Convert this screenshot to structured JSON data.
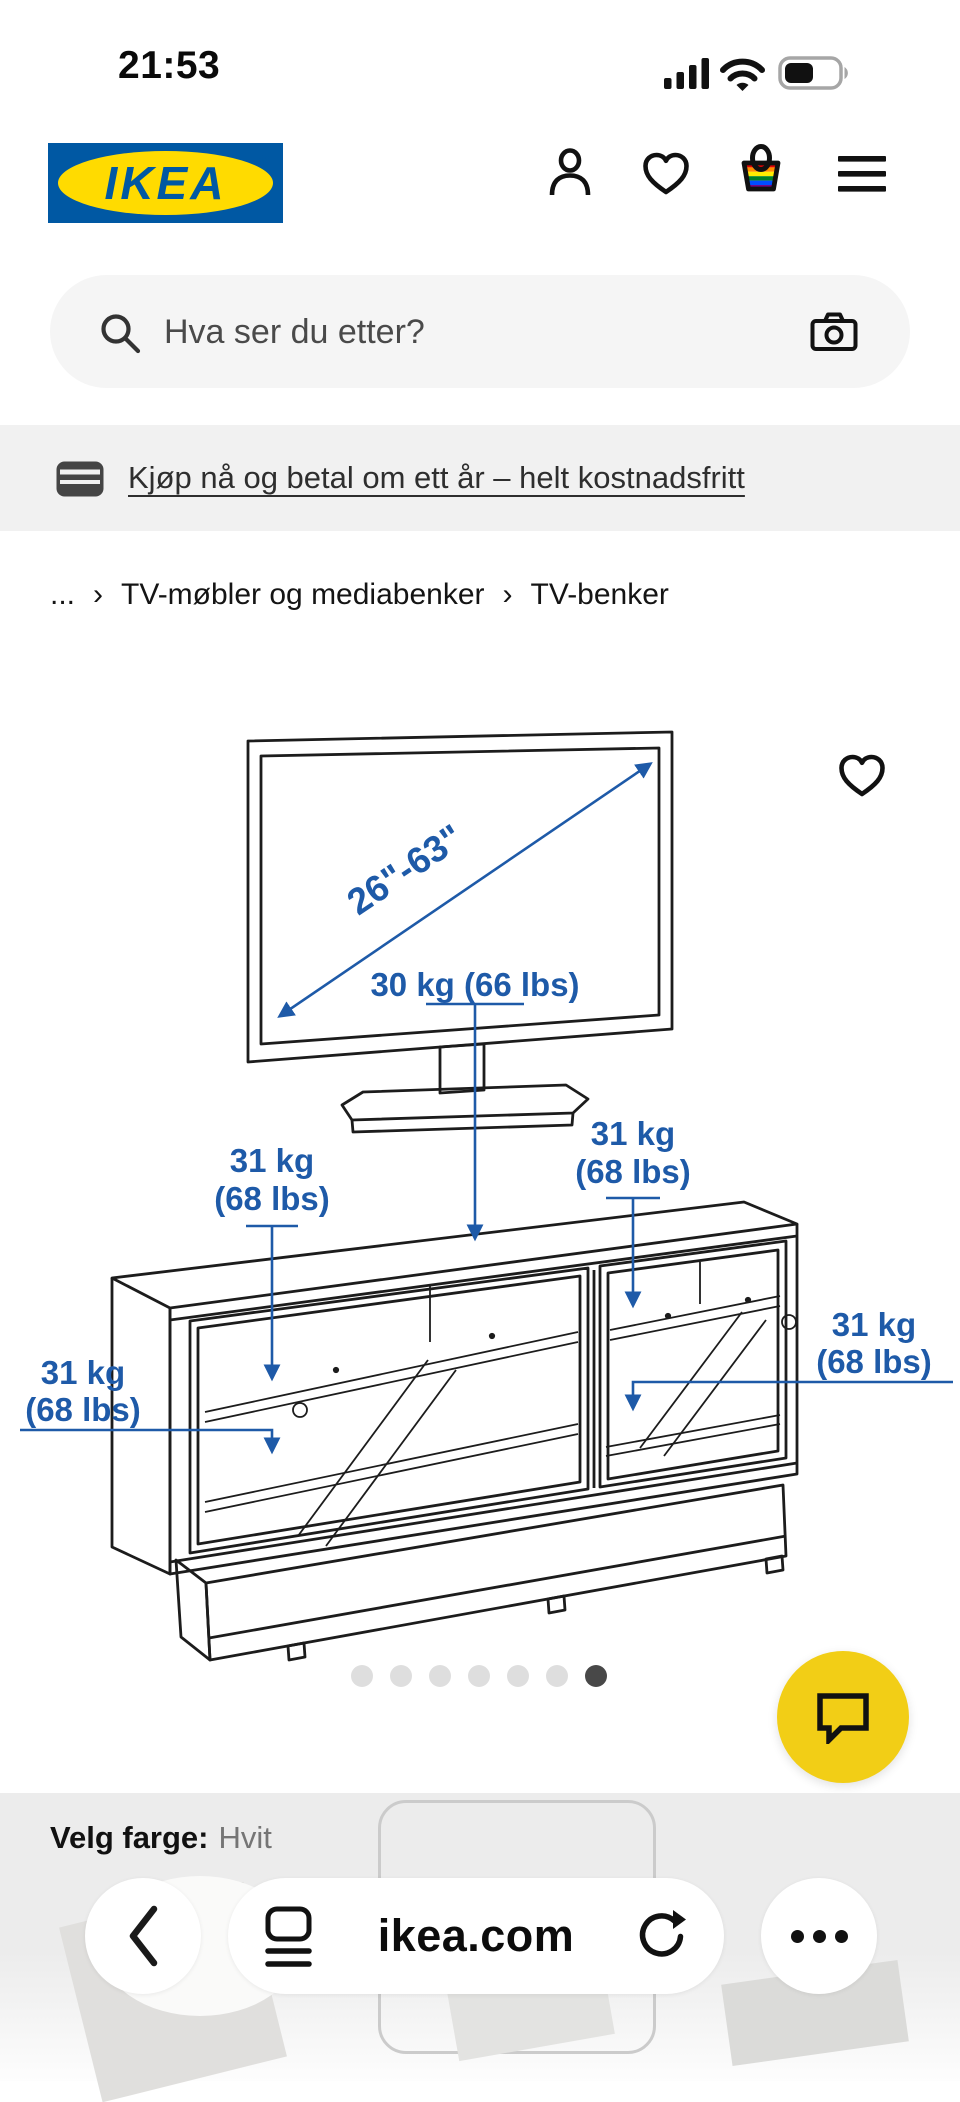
{
  "status_bar": {
    "time": "21:53",
    "icons": [
      "cellular-signal-icon",
      "wifi-icon",
      "battery-icon"
    ]
  },
  "header": {
    "logo": {
      "text": "IKEA",
      "registered_mark": "®",
      "bg_color": "#0058A3",
      "oval_color": "#FFDB00"
    },
    "icons": [
      "profile-icon",
      "favorites-heart-icon",
      "shopping-bag-icon",
      "menu-icon"
    ]
  },
  "search": {
    "placeholder": "Hva ser du etter?",
    "left_icon": "search-icon",
    "right_icon": "camera-icon"
  },
  "promo_banner": {
    "icon": "credit-card-icon",
    "link_text": "Kjøp nå og betal om ett år – helt kostnadsfritt"
  },
  "breadcrumb": {
    "separator": "›",
    "items": [
      "...",
      "TV-møbler og mediabenker",
      "TV-benker"
    ]
  },
  "product_media": {
    "favorite_icon": "heart-icon",
    "drawing": {
      "annotation_color": "#1E5AA8",
      "tv_diagonal_label": "26\"-63\"",
      "tv_weight_label": "30 kg (66 lbs)",
      "shelf_weight_kg": "31 kg",
      "shelf_weight_lbs": "(68 lbs)",
      "shelf_weight_instances": 4
    },
    "carousel": {
      "dot_count": 7,
      "active_dot": 7
    }
  },
  "chat_button": {
    "color": "#F2CE16",
    "icon": "chat-bubble-icon"
  },
  "options": {
    "label": "Velg farge:",
    "selected_value": "Hvit"
  },
  "browser_toolbar": {
    "url": "ikea.com",
    "icons": [
      "chevron-left-icon",
      "reader-icon",
      "reload-icon",
      "ellipsis-icon"
    ]
  }
}
